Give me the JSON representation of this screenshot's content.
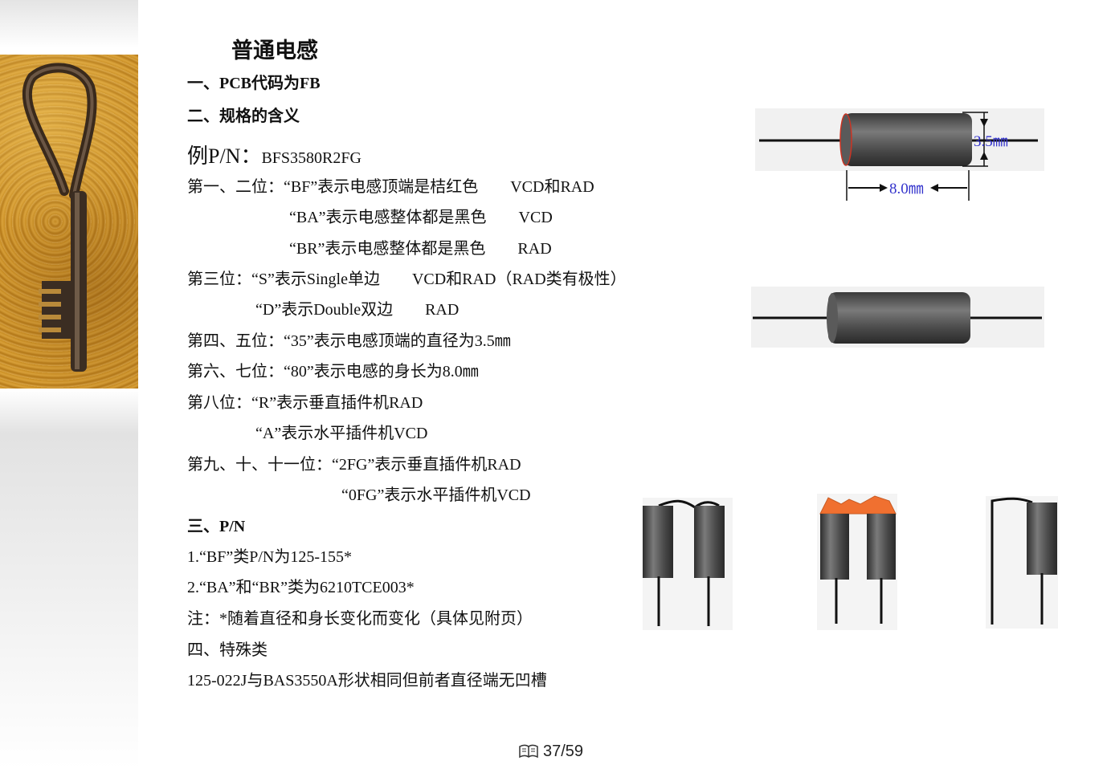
{
  "slide": {
    "title": "普通电感",
    "sec1": "一、PCB代码为FB",
    "sec2": "二、规格的含义",
    "example_prefix": "例P/N：",
    "example_pn": "BFS3580R2FG",
    "lines": [
      "第一、二位：“BF”表示电感顶端是桔红色　　VCD和RAD",
      "“BA”表示电感整体都是黑色　　VCD",
      "“BR”表示电感整体都是黑色　　RAD",
      "第三位：“S”表示Single单边　　VCD和RAD（RAD类有极性）",
      "“D”表示Double双边　　RAD",
      "第四、五位：“35”表示电感顶端的直径为3.5㎜",
      "第六、七位：“80”表示电感的身长为8.0㎜",
      "第八位：“R”表示垂直插件机RAD",
      "“A”表示水平插件机VCD",
      "第九、十、十一位：“2FG”表示垂直插件机RAD",
      "“0FG”表示水平插件机VCD"
    ],
    "sec3": "三、P/N",
    "pn1": "1.“BF”类P/N为125-155*",
    "pn2": "2.“BA”和“BR”类为6210TCE003*",
    "note": "注：*随着直径和身长变化而变化（具体见附页）",
    "sec4": "四、特殊类",
    "special": "125-022J与BAS3550A形状相同但前者直径端无凹槽"
  },
  "diagram": {
    "diameter_label": "3.5㎜",
    "length_label": "8.0㎜",
    "dim_color": "#3333cc",
    "body_color": "#555555",
    "cap_color": "#f07030"
  },
  "footer": {
    "icon": "book-icon",
    "page": "37/59"
  }
}
